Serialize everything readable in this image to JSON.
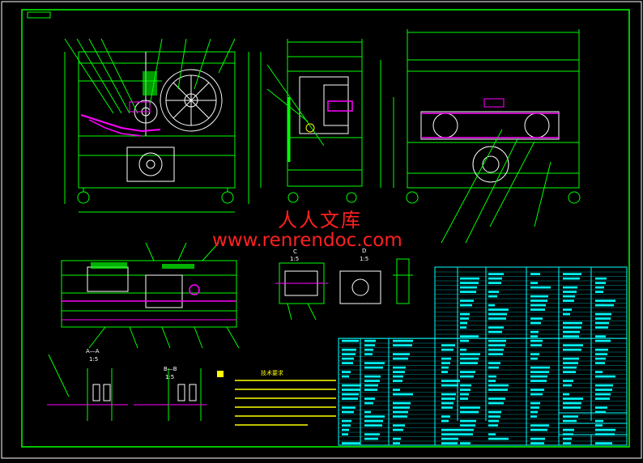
{
  "watermark": {
    "chinese": "人人文库",
    "url": "www.renrendoc.com"
  },
  "section_labels": {
    "a": "A—A",
    "a_scale": "1:5",
    "b": "B—B",
    "b_scale": "1:5",
    "c": "C",
    "c_scale": "1:5",
    "d": "D",
    "d_scale": "1:5"
  },
  "tech_req": {
    "title": "技术要求"
  },
  "colors": {
    "frame": "#00ff00",
    "line": "#00ff00",
    "table": "#00ffff",
    "accent": "#ff00ff",
    "watermark": "#ff2020",
    "yellow": "#ffff00",
    "white": "#ffffff"
  }
}
